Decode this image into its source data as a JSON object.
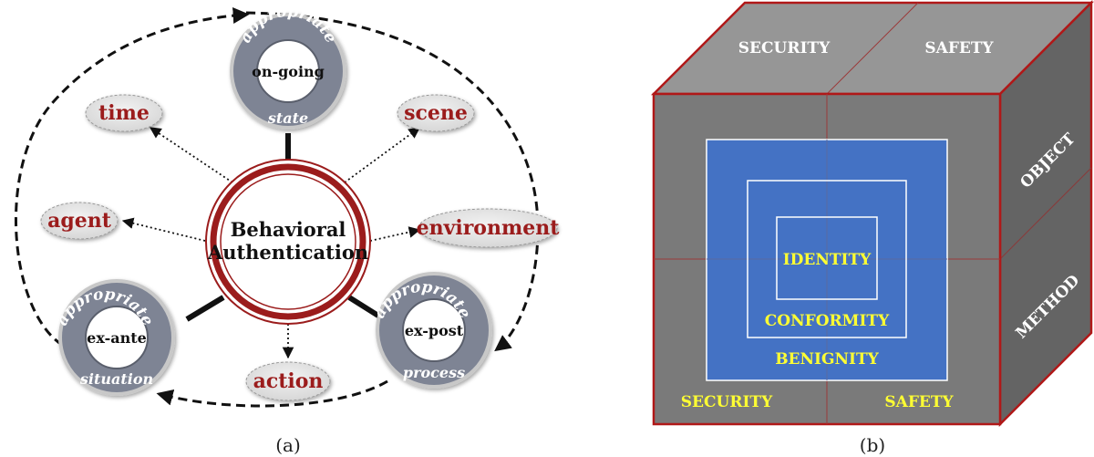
{
  "figure_a": {
    "center": {
      "line1": "Behavioral",
      "line2": "Authentication"
    },
    "rings": [
      {
        "top": "appropriate",
        "mid": "on-going",
        "bottom": "state"
      },
      {
        "top": "appropriate",
        "mid": "ex-ante",
        "bottom": "situation"
      },
      {
        "top": "appropriate",
        "mid": "ex-post",
        "bottom": "process"
      }
    ],
    "factors": [
      "time",
      "scene",
      "agent",
      "environment",
      "action"
    ],
    "caption": "(a)"
  },
  "figure_b": {
    "top_face": {
      "left": "SECURITY",
      "right": "SAFETY"
    },
    "side_face": {
      "upper": "OBJECT",
      "lower": "METHOD"
    },
    "front_face": {
      "inner": "IDENTITY",
      "middle": "CONFORMITY",
      "outer": "BENIGNITY",
      "bottom_left": "SECURITY",
      "bottom_right": "SAFETY"
    },
    "caption": "(b)"
  },
  "colors": {
    "accent_red": "#9b1c1c",
    "ring_gray": "#7e8494",
    "cube_front": "#7a7a7a",
    "cube_top": "#969696",
    "cube_side": "#646464",
    "blue_panel": "#4472c4",
    "yellow_text": "#ffff33"
  }
}
